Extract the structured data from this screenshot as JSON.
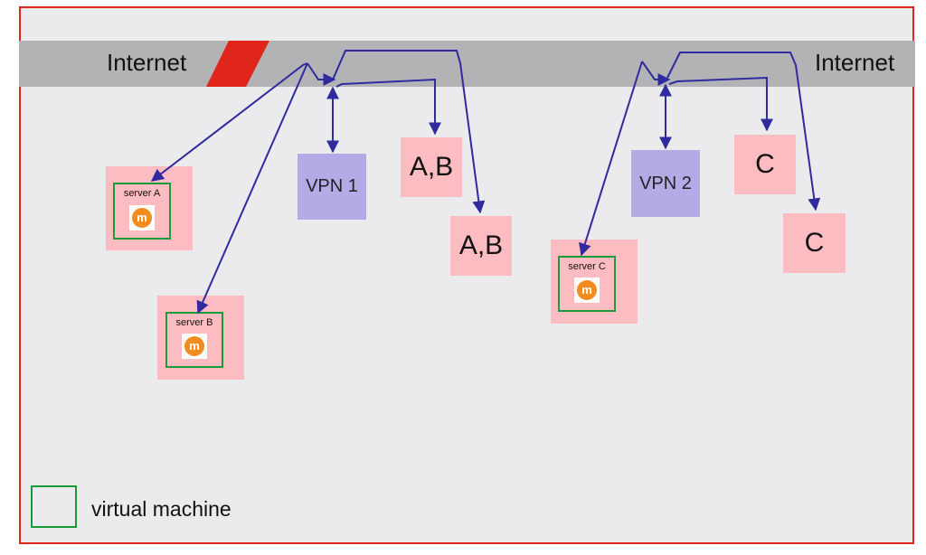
{
  "internet_labels": [
    "Internet",
    "Internet"
  ],
  "vpns": [
    {
      "label": "VPN 1"
    },
    {
      "label": "VPN 2"
    }
  ],
  "destinations": [
    {
      "label": "A,B"
    },
    {
      "label": "A,B"
    },
    {
      "label": "C"
    },
    {
      "label": "C"
    }
  ],
  "servers": [
    {
      "label": "server A",
      "icon": "moodle-logo-icon"
    },
    {
      "label": "server B",
      "icon": "moodle-logo-icon"
    },
    {
      "label": "server C",
      "icon": "moodle-logo-icon"
    }
  ],
  "legend": {
    "label": "virtual machine"
  },
  "colors": {
    "frame_border": "#e0261b",
    "background": "#ebebed",
    "internet_band": "#b3b3b5",
    "break_slash": "#e0261b",
    "pink_box": "#fdbcc2",
    "vpn_box": "#b5a9e6",
    "vm_border": "#1a9a3a",
    "arrow": "#2f2a9e",
    "moodle_orange": "#f28c1f"
  }
}
